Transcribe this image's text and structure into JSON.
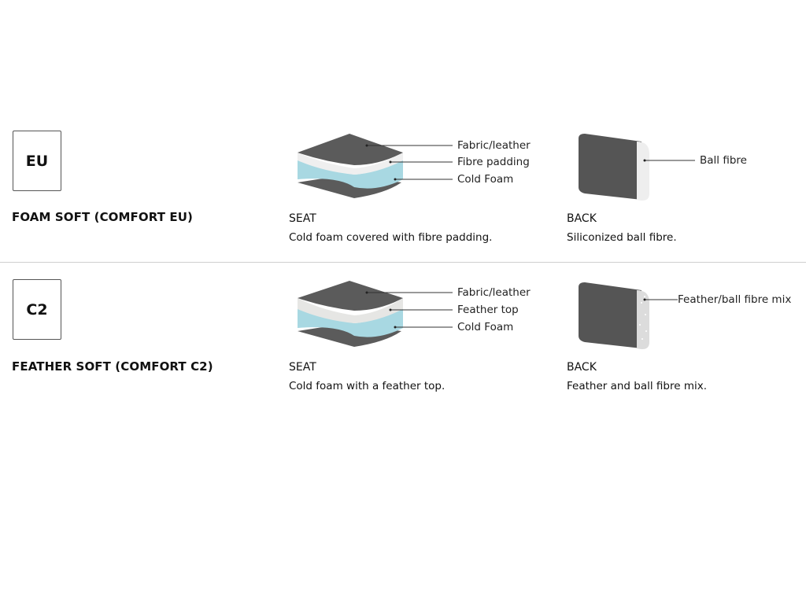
{
  "sections": [
    {
      "code": "EU",
      "title": "FOAM SOFT (COMFORT EU)",
      "seat": {
        "heading": "SEAT",
        "description": "Cold foam covered with fibre padding.",
        "layers": [
          "Fabric/leather",
          "Fibre padding",
          "Cold Foam"
        ]
      },
      "back": {
        "heading": "BACK",
        "description": "Siliconized ball fibre.",
        "filling_label": "Ball fibre"
      }
    },
    {
      "code": "C2",
      "title": "FEATHER SOFT (COMFORT C2)",
      "seat": {
        "heading": "SEAT",
        "description": "Cold foam with a feather top.",
        "layers": [
          "Fabric/leather",
          "Feather top",
          "Cold Foam"
        ]
      },
      "back": {
        "heading": "BACK",
        "description": "Feather and ball fibre mix.",
        "filling_label": "Feather/ball fibre mix"
      }
    }
  ],
  "colors": {
    "fabric": "#5b5b5b",
    "padding": "#eeeeee",
    "foam": "#a8d8e2",
    "divider": "#cfcfcf"
  }
}
